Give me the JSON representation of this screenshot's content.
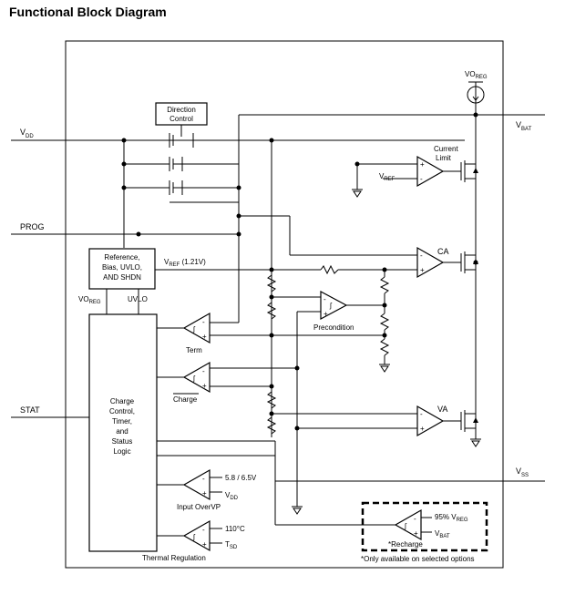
{
  "title": "Functional Block Diagram",
  "labels": {
    "vdd": "V",
    "vdd_sub": "DD",
    "prog": "PROG",
    "stat": "STAT",
    "vbat": "V",
    "vbat_sub": "BAT",
    "vss": "V",
    "vss_sub": "SS",
    "voreg_top": "VO",
    "voreg_top_sub": "REG",
    "direction_control_1": "Direction",
    "direction_control_2": "Control",
    "current_limit_1": "Current",
    "current_limit_2": "Limit",
    "vref_cl": "V",
    "vref_cl_sub": "REF",
    "ref_block_1": "Reference,",
    "ref_block_2": "Bias, UVLO,",
    "ref_block_3": "AND SHDN",
    "vref_121": "V",
    "vref_121_sub": "REF",
    "vref_121_suffix": " (1.21V)",
    "voreg_ref": "VO",
    "voreg_ref_sub": "REG",
    "uvlo": "UVLO",
    "ca": "CA",
    "precondition": "Precondition",
    "term": "Term",
    "charge": "Charge",
    "va": "VA",
    "ctrl_1": "Charge",
    "ctrl_2": "Control,",
    "ctrl_3": "Timer,",
    "ctrl_4": "and",
    "ctrl_5": "Status",
    "ctrl_6": "Logic",
    "ovp_threshold": "5.8 / 6.5V",
    "ovp_vdd": "V",
    "ovp_vdd_sub": "DD",
    "input_ovp": "Input OverVP",
    "temp_110": "110°C",
    "tsd": "T",
    "tsd_sub": "SD",
    "thermal_regulation": "Thermal Regulation",
    "recharge_95": "95% V",
    "recharge_95_sub": "REG",
    "recharge_vbat": "V",
    "recharge_vbat_sub": "BAT",
    "recharge": "*Recharge",
    "footnote": "*Only available on selected options",
    "plus": "+",
    "minus": "-"
  }
}
